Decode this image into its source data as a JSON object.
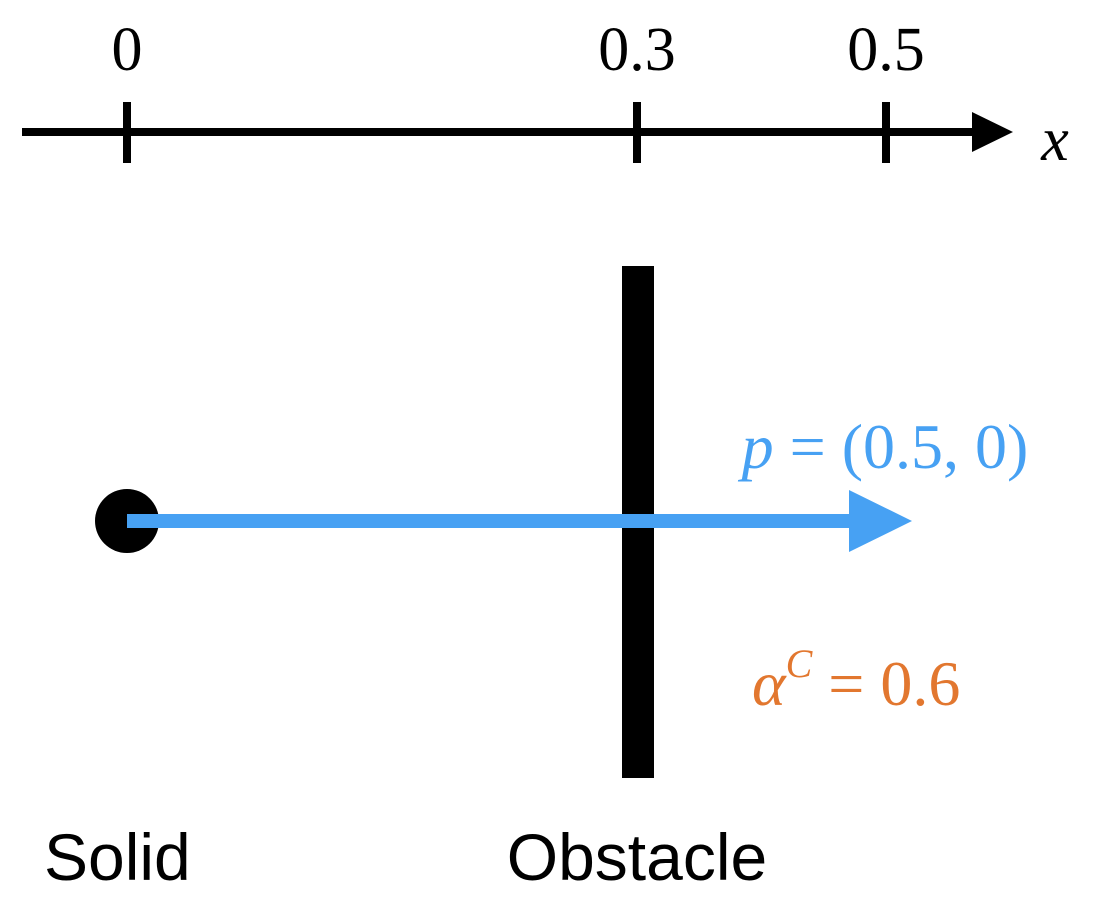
{
  "axis": {
    "variable": "x",
    "ticks": [
      {
        "value": 0,
        "label": "0"
      },
      {
        "value": 0.3,
        "label": "0.3"
      },
      {
        "value": 0.5,
        "label": "0.5"
      }
    ]
  },
  "momentum_label": {
    "symbol": "p",
    "rest": " = (0.5, 0)"
  },
  "coefficient_label": {
    "symbol": "α",
    "superscript": "C",
    "rest": " = 0.6"
  },
  "labels": {
    "solid": "Solid",
    "obstacle": "Obstacle"
  },
  "colors": {
    "momentum": "#47A1F3",
    "coefficient": "#E2772F",
    "ink": "#000000"
  }
}
